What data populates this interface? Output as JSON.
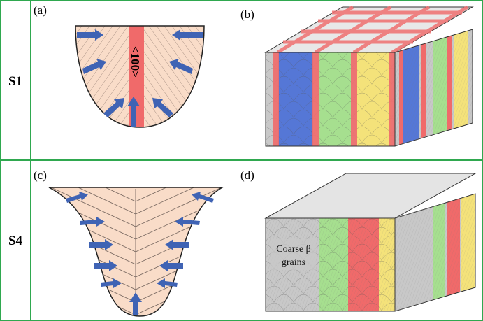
{
  "rows": [
    {
      "label": "S1"
    },
    {
      "label": "S4"
    }
  ],
  "panels": {
    "a": {
      "label": "(a)",
      "direction_text": "<100>"
    },
    "b": {
      "label": "(b)"
    },
    "c": {
      "label": "(c)"
    },
    "d": {
      "label": "(d)",
      "annotation_line1": "Coarse β",
      "annotation_line2": "grains"
    }
  },
  "colors": {
    "frame_green": "#2fa84f",
    "melt_pool_fill": "#f9dcc8",
    "columnar_red": "#f06a6a",
    "arrow_blue": "#3f63b4",
    "grain_blue": "#5577d6",
    "grain_green": "#a6df8f",
    "grain_yellow": "#f4e27a",
    "grain_gray": "#c8c8c8",
    "grain_pink": "#f27b7b",
    "top_face": "#e8e8e8"
  }
}
